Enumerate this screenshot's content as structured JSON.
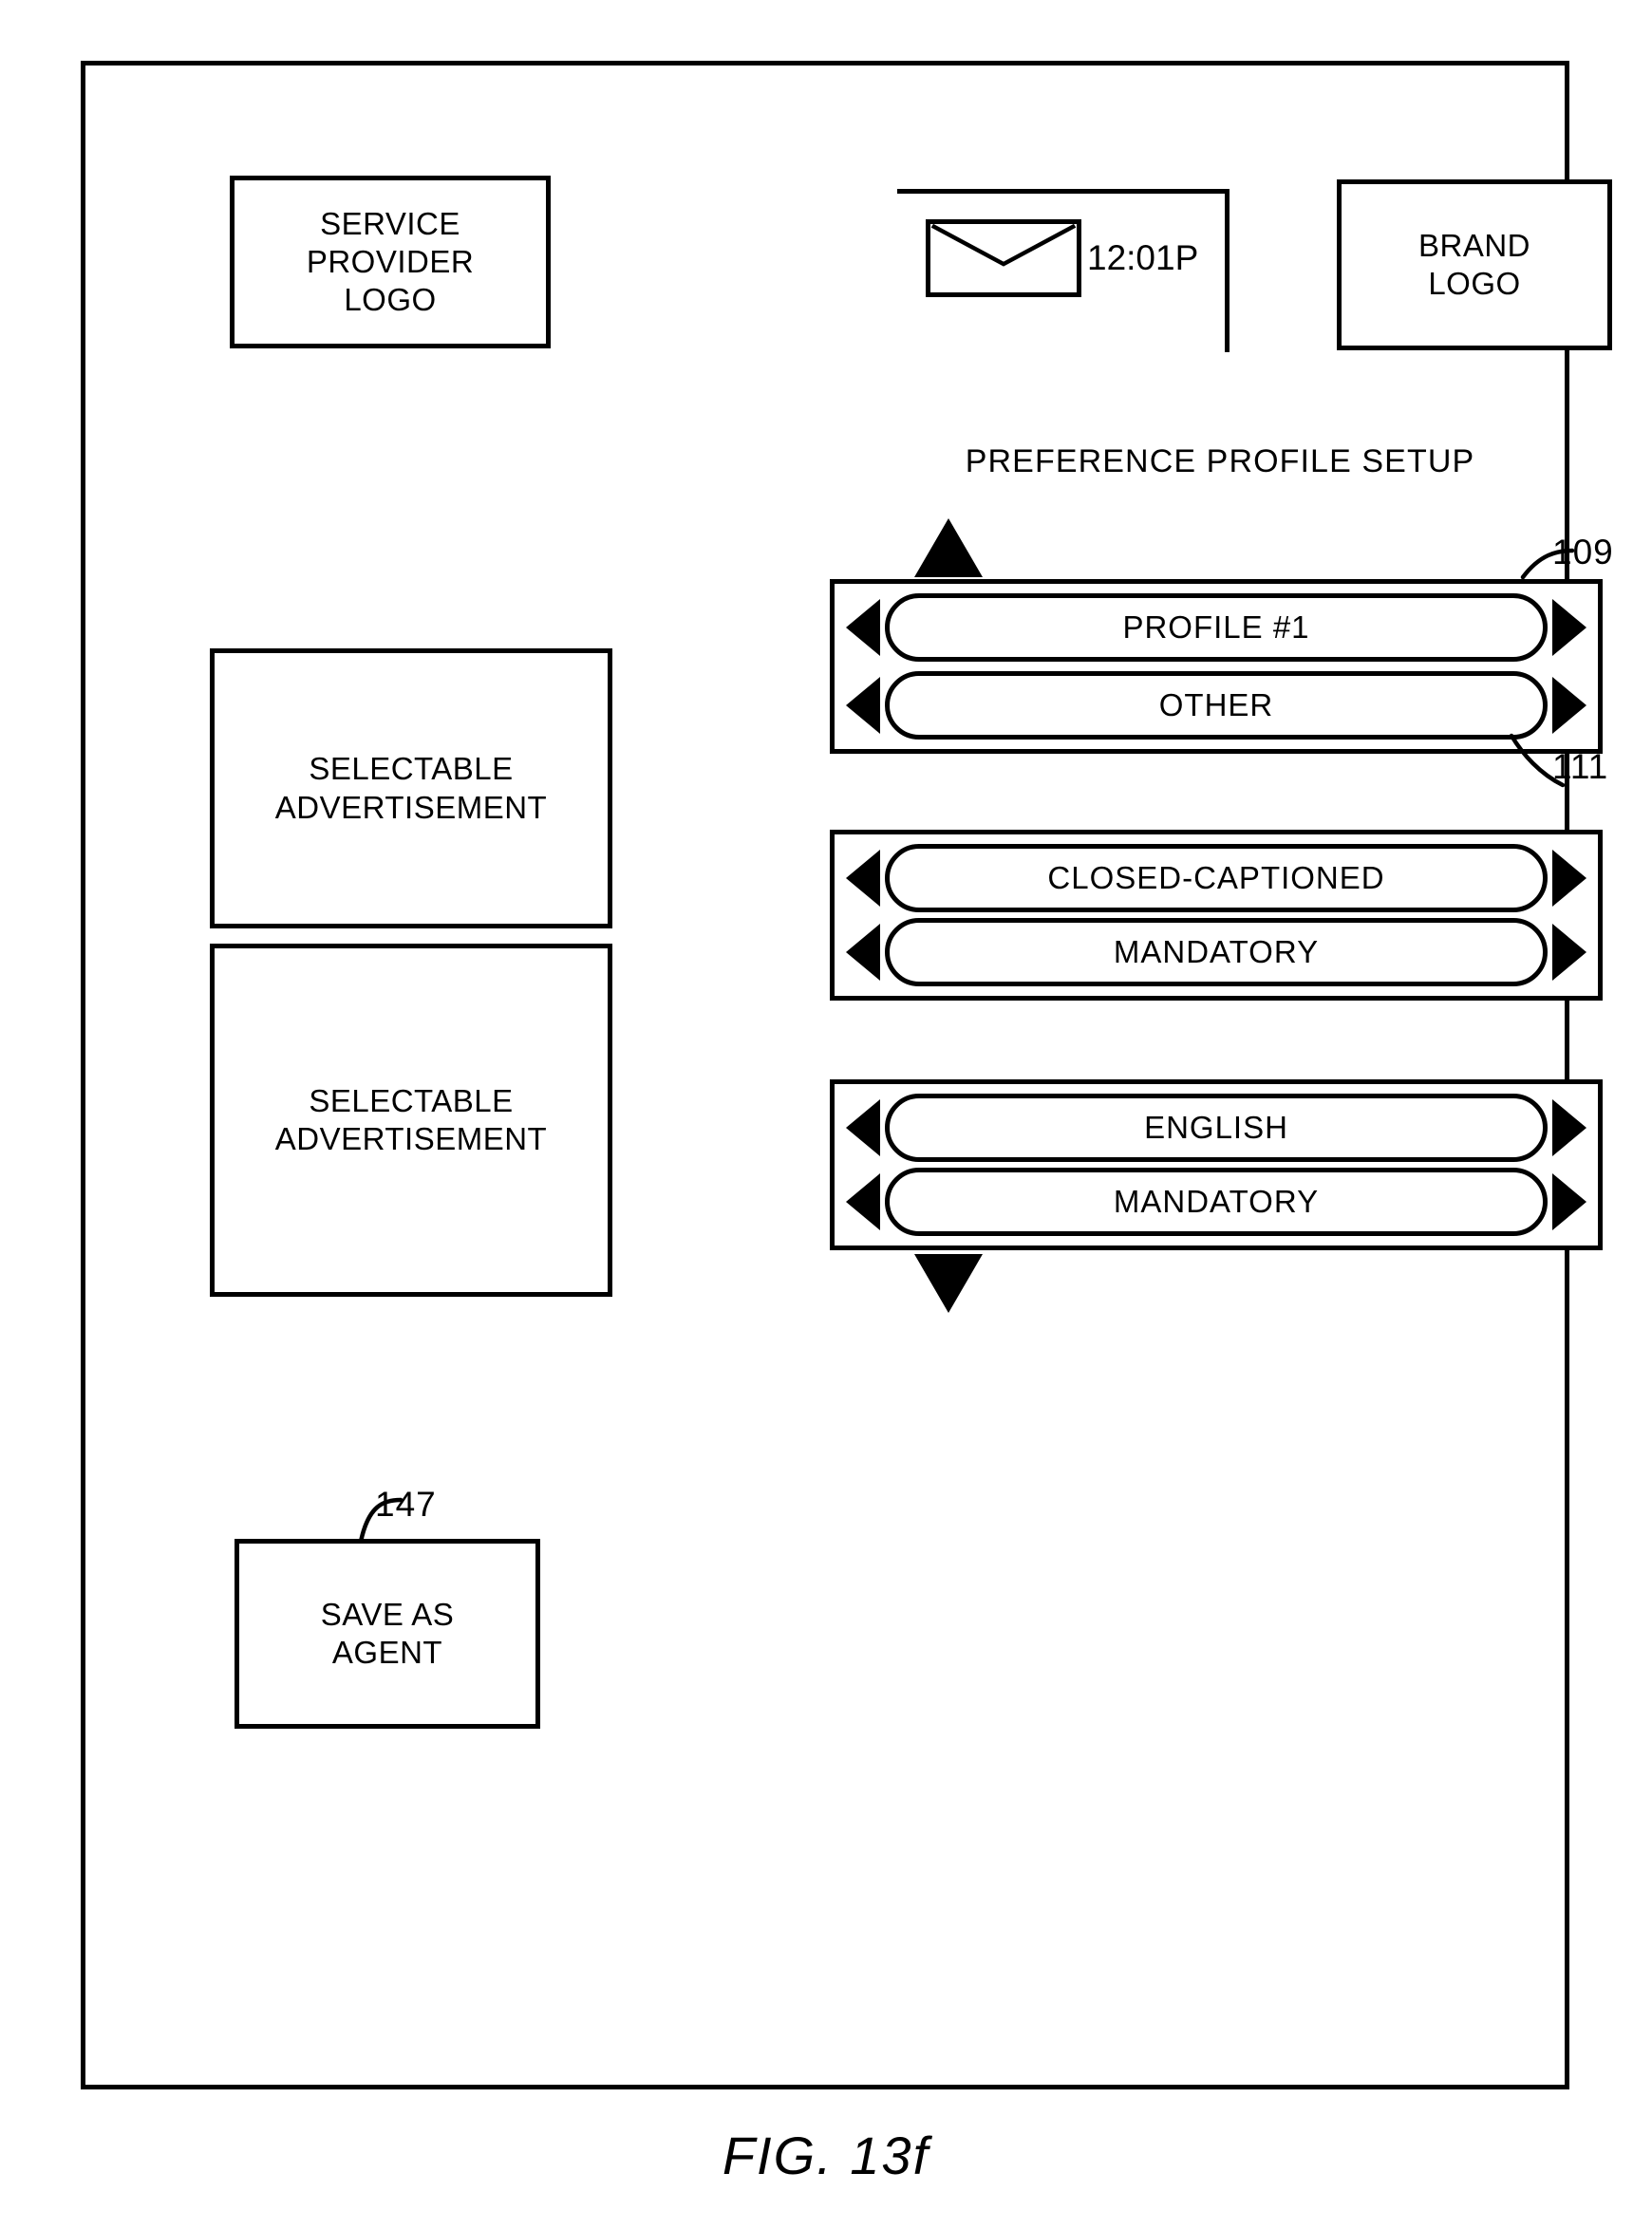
{
  "figure": {
    "caption": "FIG. 13f"
  },
  "header": {
    "service_provider_logo": "SERVICE\nPROVIDER\nLOGO",
    "brand_logo": "BRAND\nLOGO",
    "status": {
      "mail_icon": "envelope-icon",
      "time": "12:01P"
    }
  },
  "panel": {
    "title": "PREFERENCE PROFILE SETUP",
    "scroll_up_icon": "triangle-up-icon",
    "scroll_down_icon": "triangle-down-icon",
    "groups": [
      {
        "name": "profile-group",
        "ref": "109",
        "rows": [
          {
            "prev_icon": "triangle-left-icon",
            "value": "PROFILE #1",
            "next_icon": "triangle-right-icon"
          },
          {
            "prev_icon": "triangle-left-icon",
            "value": "OTHER",
            "next_icon": "triangle-right-icon"
          }
        ]
      },
      {
        "name": "caption-group",
        "rows": [
          {
            "prev_icon": "triangle-left-icon",
            "value": "CLOSED-CAPTIONED",
            "next_icon": "triangle-right-icon"
          },
          {
            "prev_icon": "triangle-left-icon",
            "value": "MANDATORY",
            "next_icon": "triangle-right-icon"
          }
        ]
      },
      {
        "name": "language-group",
        "rows": [
          {
            "prev_icon": "triangle-left-icon",
            "value": "ENGLISH",
            "next_icon": "triangle-right-icon"
          },
          {
            "prev_icon": "triangle-left-icon",
            "value": "MANDATORY",
            "next_icon": "triangle-right-icon"
          }
        ]
      }
    ]
  },
  "sidebar": {
    "advertisements": [
      {
        "label": "SELECTABLE\nADVERTISEMENT"
      },
      {
        "label": "SELECTABLE\nADVERTISEMENT"
      }
    ]
  },
  "actions": {
    "save_as_agent": {
      "label": "SAVE AS\nAGENT",
      "ref": "147"
    }
  },
  "reference_numerals": {
    "group_profile": "109",
    "row_other": "111",
    "save_as_agent": "147"
  },
  "colors": {
    "ink": "#000000",
    "paper": "#ffffff"
  }
}
